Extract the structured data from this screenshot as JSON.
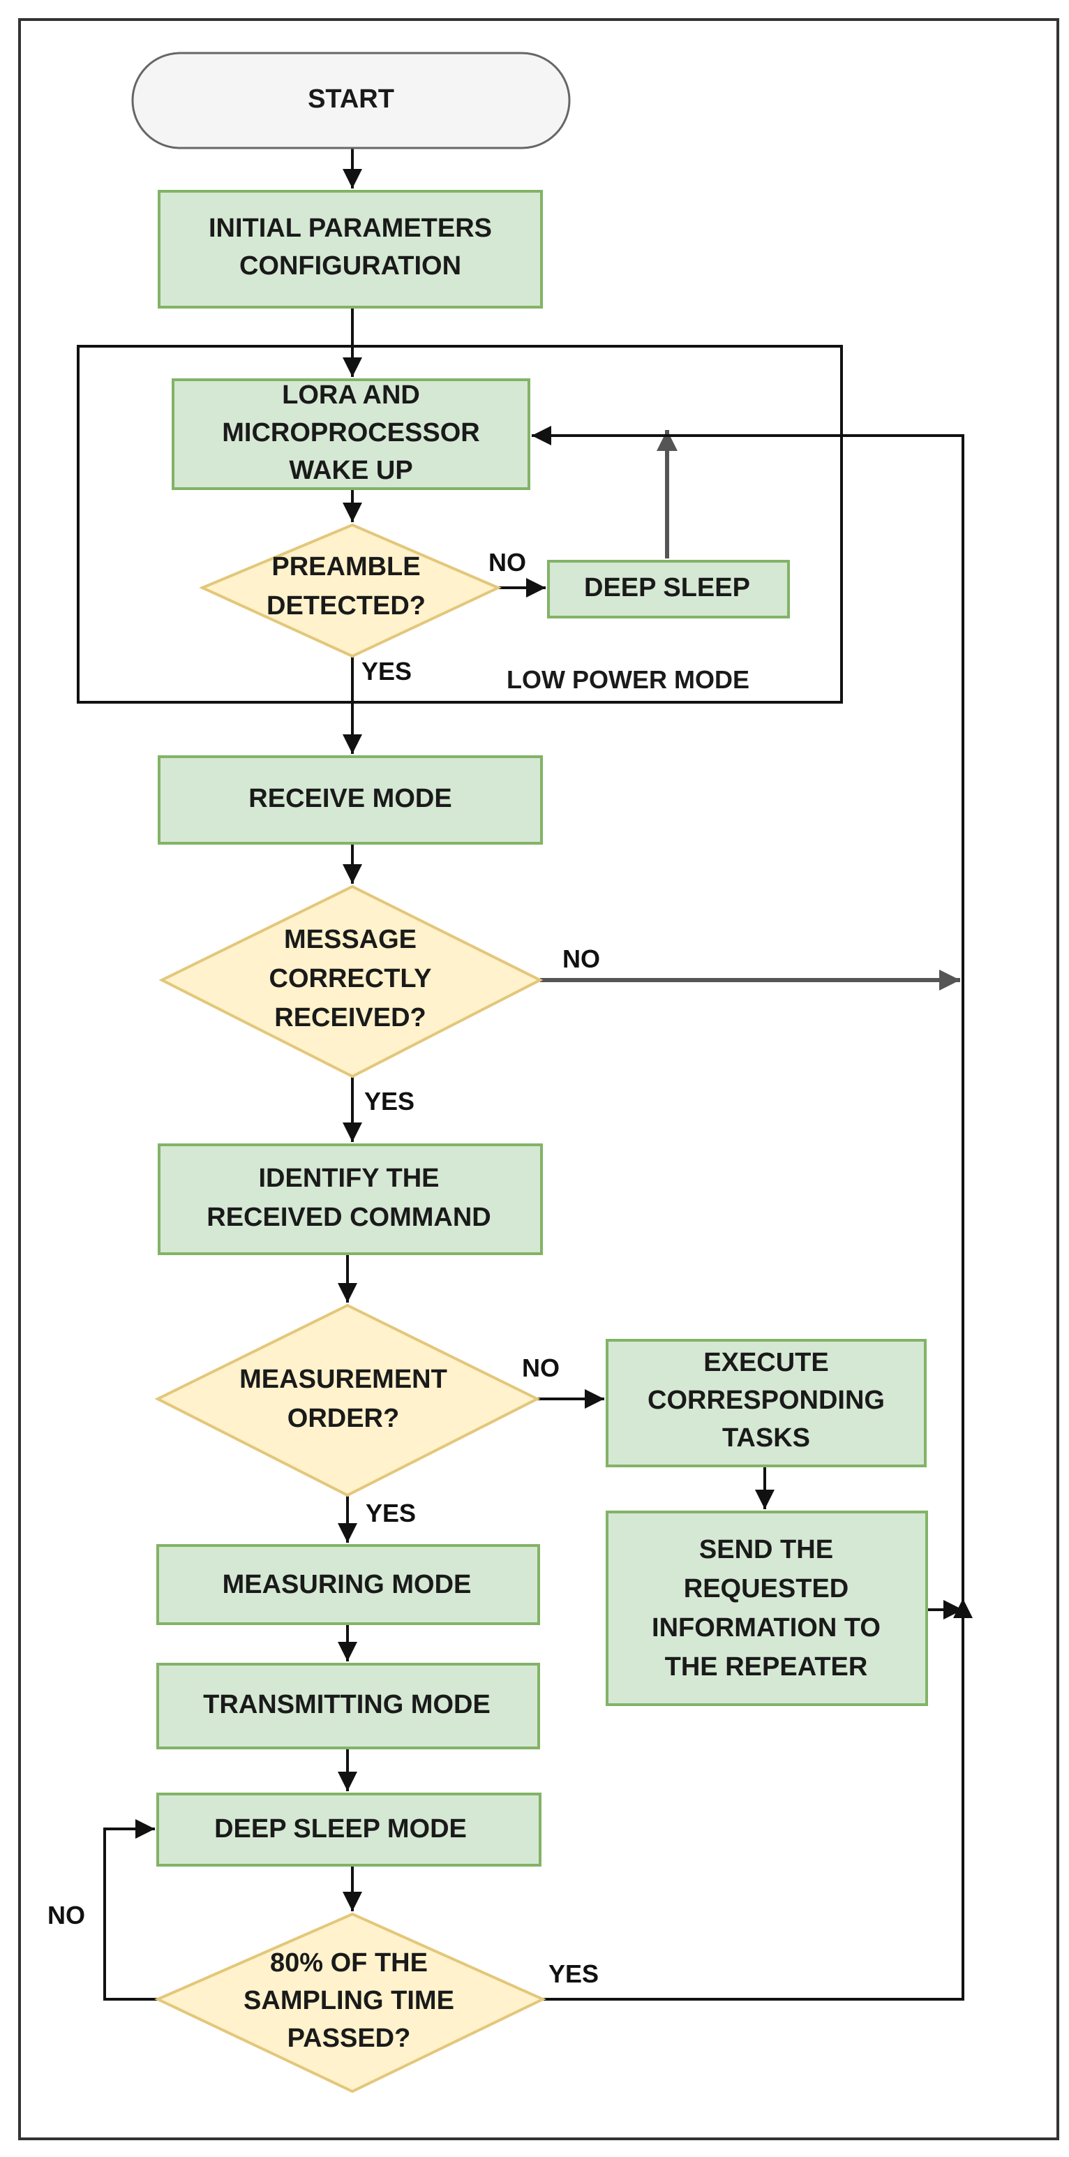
{
  "nodes": {
    "start": {
      "lines": [
        "START"
      ]
    },
    "init_config": {
      "lines": [
        "INITIAL PARAMETERS",
        "CONFIGURATION"
      ]
    },
    "wake_up": {
      "lines": [
        "LORA AND",
        "MICROPROCESSOR",
        "WAKE UP"
      ]
    },
    "preamble": {
      "lines": [
        "PREAMBLE",
        "DETECTED?"
      ]
    },
    "deep_sleep": {
      "lines": [
        "DEEP SLEEP"
      ]
    },
    "receive_mode": {
      "lines": [
        "RECEIVE MODE"
      ]
    },
    "message_received": {
      "lines": [
        "MESSAGE",
        "CORRECTLY",
        "RECEIVED?"
      ]
    },
    "identify_command": {
      "lines": [
        "IDENTIFY THE",
        "RECEIVED COMMAND"
      ]
    },
    "measurement_order": {
      "lines": [
        "MEASUREMENT",
        "ORDER?"
      ]
    },
    "execute_tasks": {
      "lines": [
        "EXECUTE",
        "CORRESPONDING",
        "TASKS"
      ]
    },
    "send_info": {
      "lines": [
        "SEND THE",
        "REQUESTED",
        "INFORMATION TO",
        "THE REPEATER"
      ]
    },
    "measuring_mode": {
      "lines": [
        "MEASURING MODE"
      ]
    },
    "transmitting_mode": {
      "lines": [
        "TRANSMITTING MODE"
      ]
    },
    "deep_sleep_mode": {
      "lines": [
        "DEEP SLEEP MODE"
      ]
    },
    "sampling_time": {
      "lines": [
        "80% OF THE",
        "SAMPLING TIME",
        "PASSED?"
      ]
    }
  },
  "group": {
    "label": "LOW  POWER MODE"
  },
  "edge_labels": {
    "preamble_no": "NO",
    "preamble_yes": "YES",
    "message_no": "NO",
    "message_yes": "YES",
    "measurement_no": "NO",
    "measurement_yes": "YES",
    "sampling_no": "NO",
    "sampling_yes": "YES"
  },
  "colors": {
    "process_fill": "#d5e8d4",
    "process_stroke": "#82b366",
    "decision_fill": "#fff2cc",
    "decision_stroke": "#e3c77a",
    "terminal_fill": "#f5f5f5"
  }
}
